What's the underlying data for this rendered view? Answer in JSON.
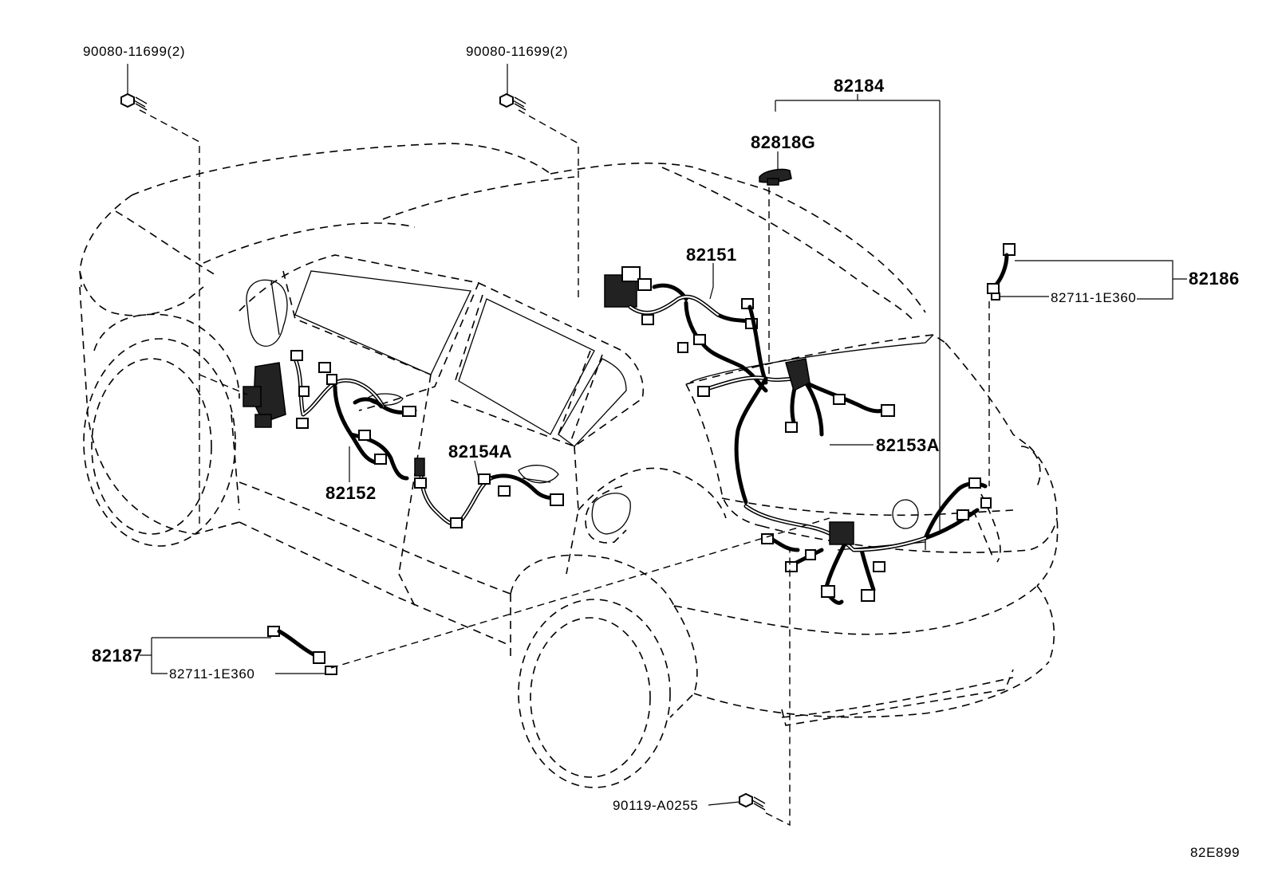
{
  "labels": {
    "bolt_left": "90080-11699(2)",
    "bolt_center": "90080-11699(2)",
    "harness_82184": "82184",
    "clip_82818g": "82818G",
    "harness_82151": "82151",
    "harness_82186": "82186",
    "sub_82711_right": "82711-1E360",
    "harness_82153a": "82153A",
    "harness_82154a": "82154A",
    "harness_82152": "82152",
    "harness_82187": "82187",
    "sub_82711_left": "82711-1E360",
    "bolt_bottom": "90119-A0255",
    "figure_code": "82E899"
  }
}
